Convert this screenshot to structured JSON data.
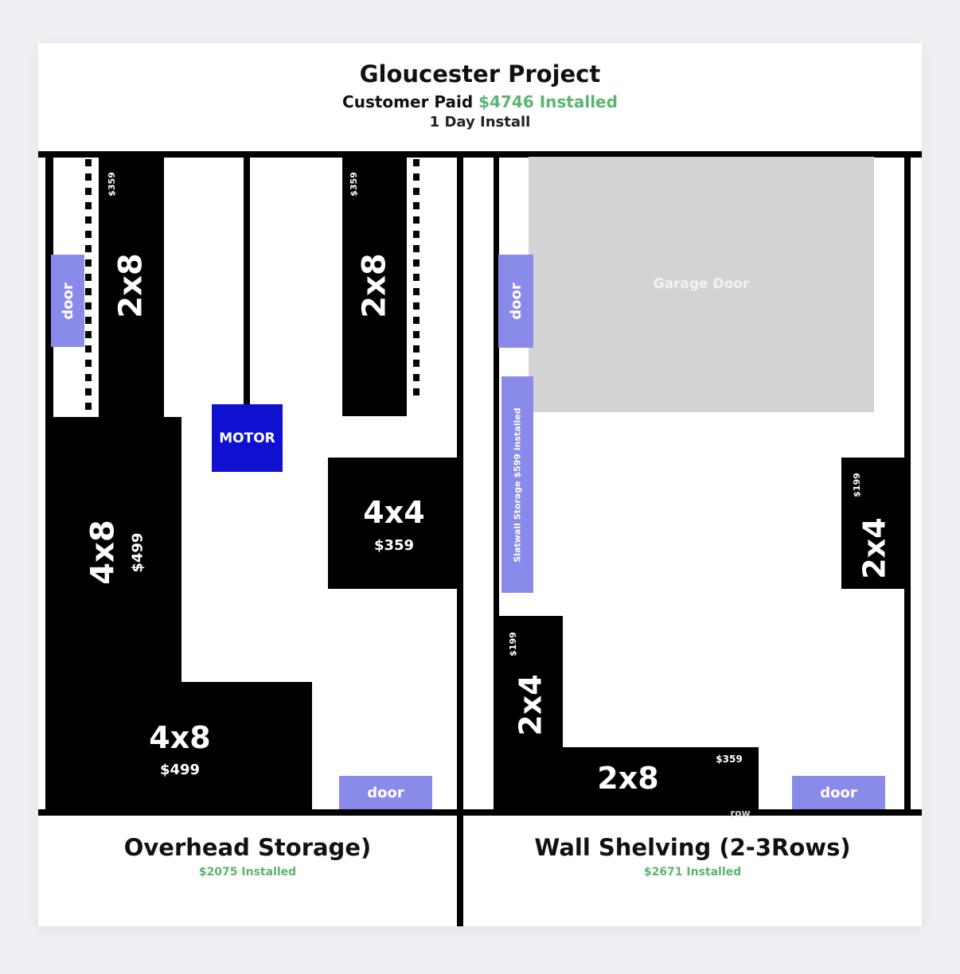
{
  "header": {
    "title": "Gloucester Project",
    "paid_prefix": "Customer Paid ",
    "paid_amount": "$4746 Installed",
    "install_time": "1 Day Install"
  },
  "left_panel": {
    "rack_top_left": {
      "size": "2x8",
      "price": "$359"
    },
    "rack_top_right": {
      "size": "2x8",
      "price": "$359"
    },
    "motor_label": "MOTOR",
    "rack_4x4": {
      "size": "4x4",
      "price": "$359"
    },
    "rack_4x8_vertical": {
      "size": "4x8",
      "price": "$499"
    },
    "rack_4x8_bottom": {
      "size": "4x8",
      "price": "$499"
    },
    "door_left": "door",
    "door_bottom": "door",
    "footer_title": "Overhead Storage)",
    "footer_price": "$2075 Installed"
  },
  "right_panel": {
    "garage_door_label": "Garage Door",
    "door_left": "door",
    "door_bottom": "door",
    "slatwall_label": "Slatwall Storage $599 installed",
    "shelf_right": {
      "size": "2x4",
      "price": "$199"
    },
    "shelf_left": {
      "size": "2x4",
      "price": "$199"
    },
    "shelf_bottom": {
      "size": "2x8",
      "price": "$359",
      "note": "row"
    },
    "footer_title": "Wall Shelving (2-3Rows)",
    "footer_price": "$2671 Installed"
  },
  "colors": {
    "accent_green": "#5ab56e",
    "door_blue": "#8a8aea",
    "motor_blue": "#1010d0",
    "garage_door_gray": "#d3d3d3"
  }
}
